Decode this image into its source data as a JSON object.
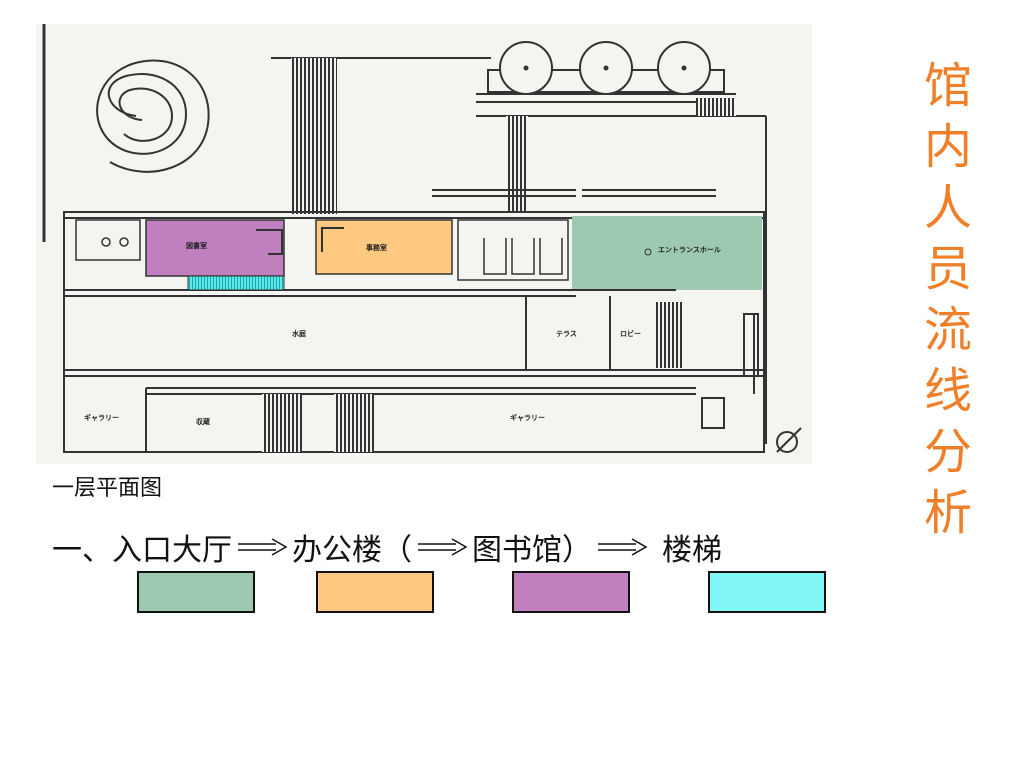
{
  "page_title": "馆内人员流线分析",
  "plan": {
    "rooms": {
      "library": "図書室",
      "office": "事務室",
      "entrance_hall": "エントランスホール",
      "water_court": "水庭",
      "terrace": "テラス",
      "lobby": "ロビー",
      "gallery_left": "ギャラリー",
      "storage": "収蔵",
      "gallery_right": "ギャラリー"
    },
    "caption": "一层平面图"
  },
  "flow": {
    "step1": "一、入口大厅",
    "step2": "办公楼（",
    "step3": "图书馆）",
    "step4": "楼梯"
  },
  "legend": {
    "entrance_color": "#9dc9b0",
    "office_color": "#ffc982",
    "library_color": "#c080c0",
    "stairs_color": "#7ff5f5"
  }
}
